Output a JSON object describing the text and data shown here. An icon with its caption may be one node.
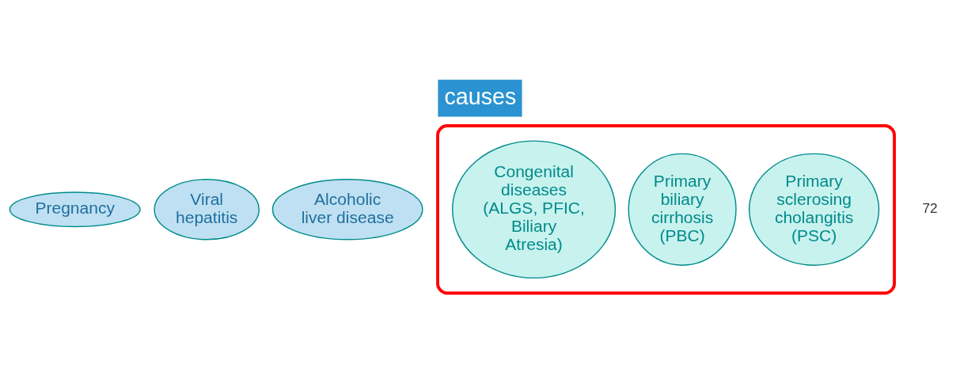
{
  "diagram": {
    "title": "causes",
    "nodes": [
      {
        "text": [
          "Pregnancy"
        ]
      },
      {
        "text": [
          "Viral hepatitis"
        ]
      },
      {
        "text": [
          "Alcoholic liver disease"
        ]
      },
      {
        "text": [],
        "shape": "ellipse"
      },
      {
        "text": [
          "Primary sclerosing cholangitis (PSC)"
        ],
        "in": 3
      },
      {
        "text": [
          "Primary biliary cirrhosis (PBC)"
        ],
        "in": 3
      },
      {
        "text": [
          "Congenital diseases (ALGS, PFIC, Biliary Atresia)"
        ],
        "in": 3
      }
    ],
    "edges": [],
    "labels": [
      "72"
    ]
  }
}
